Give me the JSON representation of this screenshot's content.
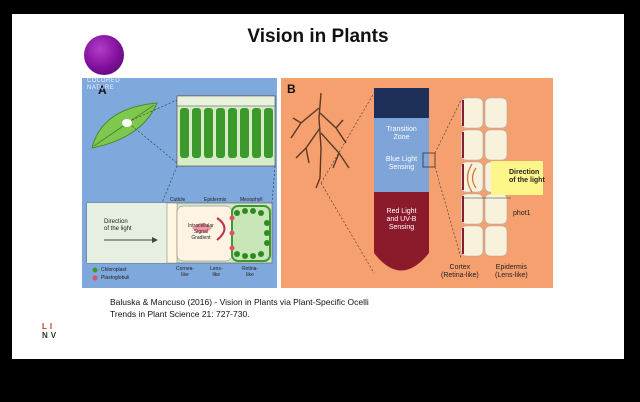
{
  "slide": {
    "title": "Vision in Plants",
    "caption_line1": "Baluska & Mancuso (2016) -  Vision in Plants via Plant-Specific Ocelli",
    "caption_line2": "Trends in Plant Science 21: 727-730."
  },
  "panel_a": {
    "tag": "A",
    "watermark_line1": "COLORED",
    "watermark_line2": "NATURE",
    "cuticle": "Cuticle",
    "epidermis": "Epidermis",
    "mesophyll": "Mesophyll",
    "direction_line1": "Direction",
    "direction_line2": "of the light",
    "gradient_line1": "Intracellular",
    "gradient_line2": "Signal",
    "gradient_line3": "Gradient",
    "chloroplast": "Chloroplast",
    "plastoglobuli": "Plastoglobuli",
    "cornea_line1": "Cornea-",
    "cornea_line2": "like",
    "lens_line1": "Lens-",
    "lens_line2": "like",
    "retina_line1": "Retina-",
    "retina_line2": "like"
  },
  "panel_b": {
    "tag": "B",
    "transition_line1": "Transition",
    "transition_line2": "Zone",
    "blue_line1": "Blue Light",
    "blue_line2": "Sensing",
    "red_line1": "Red Light",
    "red_line2": "and UV-B",
    "red_line3": "Sensing",
    "direction_line1": "Direction",
    "direction_line2": "of the light",
    "phot1": "phot1",
    "cortex_line1": "Cortex",
    "cortex_line2": "(Retina-like)",
    "epidermis_line1": "Epidermis",
    "epidermis_line2": "(Lens-like)"
  },
  "logo": {
    "line1": "LI",
    "line2": "NV"
  },
  "colors": {
    "panel_a_bg": "#7fa8dc",
    "panel_b_bg": "#f5a06e",
    "root_red": "#8b1a2b",
    "root_blue": "#7ea4d8",
    "root_navy": "#1e2f5a"
  }
}
